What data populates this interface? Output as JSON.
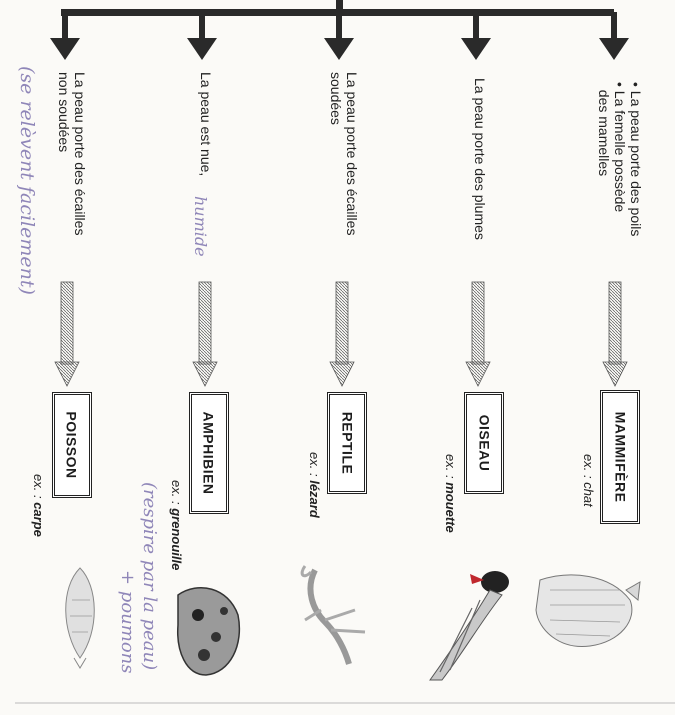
{
  "classes": [
    {
      "id": "mammifere",
      "description_lines": [
        "• La peau porte des poils",
        "• La femelle possède",
        "  des mamelles"
      ],
      "class_name": "MAMMIFÈRE",
      "example_prefix": "ex. :",
      "example": "chat"
    },
    {
      "id": "oiseau",
      "description_lines": [
        "La peau porte des plumes"
      ],
      "class_name": "OISEAU",
      "example_prefix": "ex. :",
      "example": "mouette"
    },
    {
      "id": "reptile",
      "description_lines": [
        "La peau porte des écailles",
        "soudées"
      ],
      "class_name": "REPTILE",
      "example_prefix": "ex. :",
      "example": "lézard"
    },
    {
      "id": "amphibien",
      "description_lines": [
        "La peau est nue,"
      ],
      "class_name": "AMPHIBIEN",
      "example_prefix": "ex. :",
      "example": "grenouille"
    },
    {
      "id": "poisson",
      "description_lines": [
        "La peau porte des écailles",
        "non soudées"
      ],
      "class_name": "POISSON",
      "example_prefix": "ex. :",
      "example": "carpe"
    }
  ],
  "handwritten": {
    "amphibien_skin": "humide",
    "poisson_note": "(se relèvent facilement)",
    "amphibien_note_1": "(respire par la peau)",
    "amphibien_note_2": "+ poumons"
  },
  "colors": {
    "ink": "#1d1d1d",
    "paper": "#fbfaf7",
    "pencil": "#8f86b8"
  }
}
